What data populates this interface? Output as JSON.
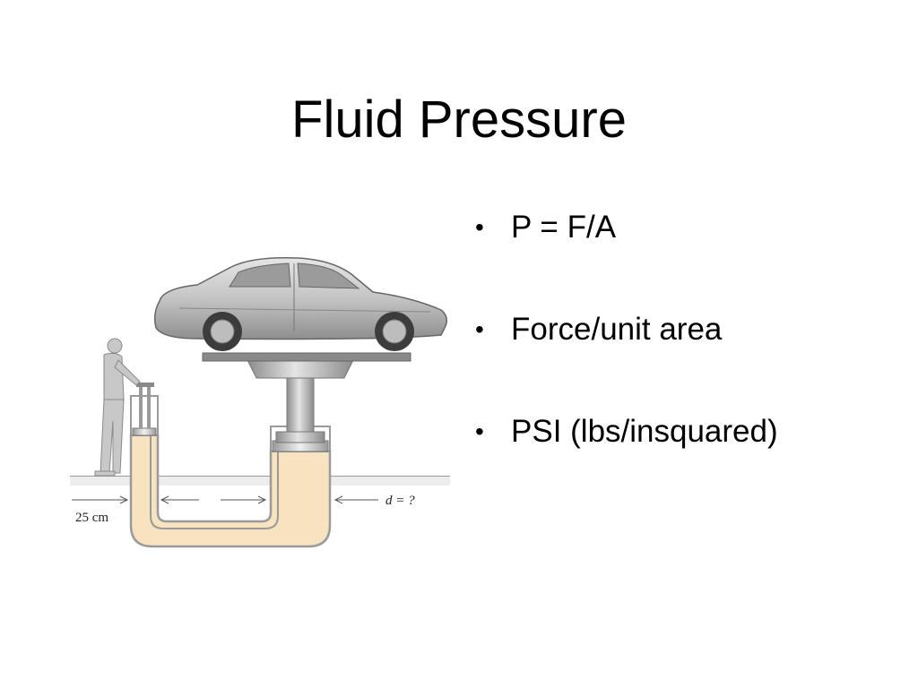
{
  "slide": {
    "title": "Fluid Pressure",
    "bullets": [
      {
        "text": "P = F/A"
      },
      {
        "text": "Force/unit area"
      },
      {
        "text": "PSI (lbs/insquared)"
      }
    ]
  },
  "figure": {
    "left_width_label": "25 cm",
    "right_width_label": "d = ?",
    "colors": {
      "fluid": "#f7e3bf",
      "fluid_outline": "#9a9a9a",
      "metal": "#b8b8b8",
      "car_body": "#c9c9c9"
    }
  }
}
